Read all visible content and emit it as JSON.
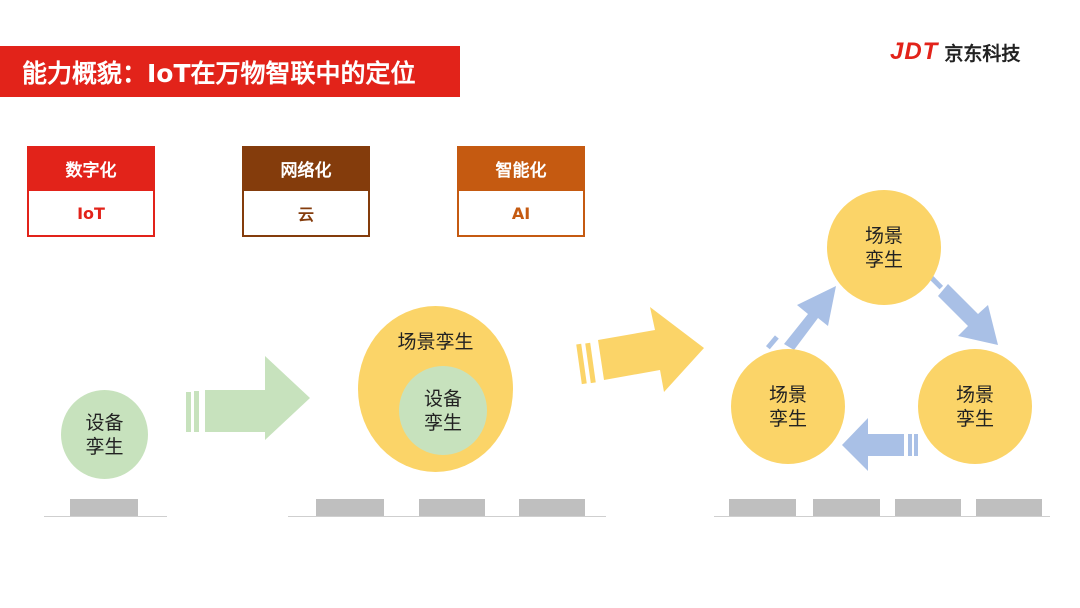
{
  "title": "能力概貌：IoT在万物智联中的定位",
  "logo": {
    "mark": "JDT",
    "text": "京东科技"
  },
  "capabilities": [
    {
      "head": "数字化",
      "body": "IoT",
      "color": "#e2231a"
    },
    {
      "head": "网络化",
      "body": "云",
      "color": "#843c0c"
    },
    {
      "head": "智能化",
      "body": "AI",
      "color": "#c55a11"
    }
  ],
  "stage1": {
    "device_twin": "设备\n孪生"
  },
  "stage2": {
    "scene_twin": "场景孪生",
    "device_twin": "设备\n孪生"
  },
  "stage3": {
    "scene_a": "场景\n孪生",
    "scene_b": "场景\n孪生",
    "scene_c": "场景\n孪生"
  },
  "colors": {
    "brand_red": "#e2231a",
    "yellow": "#fbd468",
    "green": "#c7e2bd",
    "blue_arrow": "#a9c0e6",
    "gray_block": "#bfbfbf"
  }
}
